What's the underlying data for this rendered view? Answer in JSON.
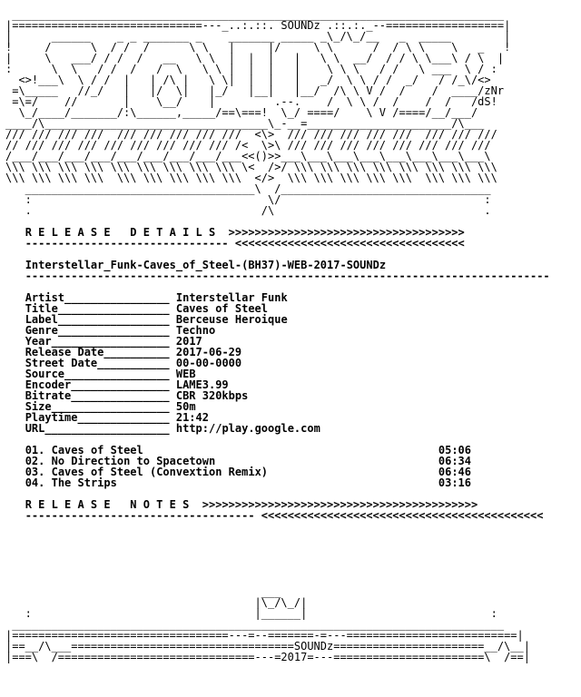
{
  "window": {
    "title": "SOUNDz"
  },
  "header_art": [
    " ___________________________________________________________________________ ",
    "|=============================---_..:.::. SOUNDz .::.:._--==================|",
    "|      ______    _ _ _______ _    _______ _____ _\\_/\\_/__   _  _____        |",
    "!     /      \\  / /  /      \\ \\   |     |/     \\ \\      /  / \\ \\    \\   _   !",
    "|     \\   ___/ / /  /   __   \\ \\  |  |  |   |   \\ \\  __/  / / \\ \\___\\ / \\  |",
    ":      \\  \\   / /  /   /  \\   \\ \\ |  |  |   |    \\ \\ \\   / /   \\ ___  \\ / :",
    "  <>!___\\  \\ / /  |   | /\\ |   \\ \\|  |  |   |   _/  \\ \\ / /  _/   / /_\\/<>",
    " =\\_____   //_/   |   |/  \\|   |_/   |__|   |__/  /\\ \\ V /  /    /  ____/zNr",
    " =\\=/    //       |    \\__/    |         .--.    /  \\ \\ /  /    /  /   /dS!",
    "  \\_/____/_______/:\\______,_____/==\\===!  \\_/ ====/    \\ V /====/__/___/   ",
    "____/\\__________________________________\\_-__=______________________/\\___  "
  ],
  "braid_art": [
    "/// /// /// ///  /// /// /// /// ///  <\\>  /// /// /// /// ///  /// /// ///",
    "// /// /// /// /// /// /// /// /// /<  \\>\\ /// /// /// /// /// /// /// /// ",
    "/___/___/___/___/___/___/___/___/___<<()>>___\\___\\___\\___\\___\\___\\___\\___\\",
    "\\\\\\ \\\\\\ \\\\\\ \\\\\\ \\\\\\ \\\\\\ \\\\\\ \\\\\\ \\\\\\ \\<  />/ \\\\\\ \\\\\\ \\\\\\ \\\\\\ \\\\\\ \\\\\\ \\\\\\ \\\\\\ ",
    "\\\\\\ \\\\\\ \\\\\\ \\\\\\  \\\\\\ \\\\\\ \\\\\\ \\\\\\ \\\\\\  </>  \\\\\\ \\\\\\ \\\\\\ \\\\\\ \\\\\\  \\\\\\ \\\\\\ \\\\\\",
    "   ___________________________________\\  /________________________________",
    "   :                                    \\/                               : ",
    "   .                                   /\\                                . "
  ],
  "release_details": {
    "title": "R E L E A S E   D E T A I L S",
    "arrows_right": ">>>>>>>>>>>>>>>>>>>>>>>>>>>>>>>>>>>>",
    "arrows_left": "<<<<<<<<<<<<<<<<<<<<<<<<<<<<<<<<<<<",
    "underline": "-------------------------------",
    "release_name": "Interstellar_Funk-Caves_of_Steel-(BH37)-WEB-2017-SOUNDz",
    "release_underline": "--------------------------------------------------------------------------------",
    "fields": [
      {
        "label": "Artist",
        "value": "Interstellar Funk"
      },
      {
        "label": "Title",
        "value": "Caves of Steel"
      },
      {
        "label": "Label",
        "value": "Berceuse Heroique"
      },
      {
        "label": "Genre",
        "value": "Techno"
      },
      {
        "label": "Year",
        "value": "2017"
      },
      {
        "label": "Release Date",
        "value": "2017-06-29"
      },
      {
        "label": "Street Date",
        "value": "00-00-0000"
      },
      {
        "label": "Source",
        "value": "WEB"
      },
      {
        "label": "Encoder",
        "value": "LAME3.99"
      },
      {
        "label": "Bitrate",
        "value": "CBR 320kbps"
      },
      {
        "label": "Size",
        "value": "50m"
      },
      {
        "label": "Playtime",
        "value": "21:42"
      },
      {
        "label": "URL",
        "value": "http://play.google.com"
      }
    ]
  },
  "tracklist": [
    {
      "number": "01.",
      "title": "Caves of Steel",
      "time": "05:06"
    },
    {
      "number": "02.",
      "title": "No Direction to Spacetown",
      "time": "06:34"
    },
    {
      "number": "03.",
      "title": "Caves of Steel (Convextion Remix)",
      "time": "06:46"
    },
    {
      "number": "04.",
      "title": "The Strips",
      "time": "03:16"
    }
  ],
  "release_notes": {
    "title": "R E L E A S E   N O T E S",
    "arrows_right": ">>>>>>>>>>>>>>>>>>>>>>>>>>>>>>>>>>>>>>>>>>",
    "arrows_left": "<<<<<<<<<<<<<<<<<<<<<<<<<<<<<<<<<<<<<<<<<<<",
    "underline": "-----------------------------------"
  },
  "footer_art": [
    "                                       ___                                   ",
    "                                      |\\_/\\_/|                               ",
    "   :                                  |______|                            :  ",
    " ___________________________________________________________________________ ",
    "|=================================---=--=======-=---==========================|",
    "|==__/\\___==================================SOUNDz=======================__/\\__|",
    "|===\\  /==============================---=2017=---=======================\\  /==|"
  ],
  "footer_text": {
    "brand": "SOUNDz",
    "year": "2017"
  }
}
